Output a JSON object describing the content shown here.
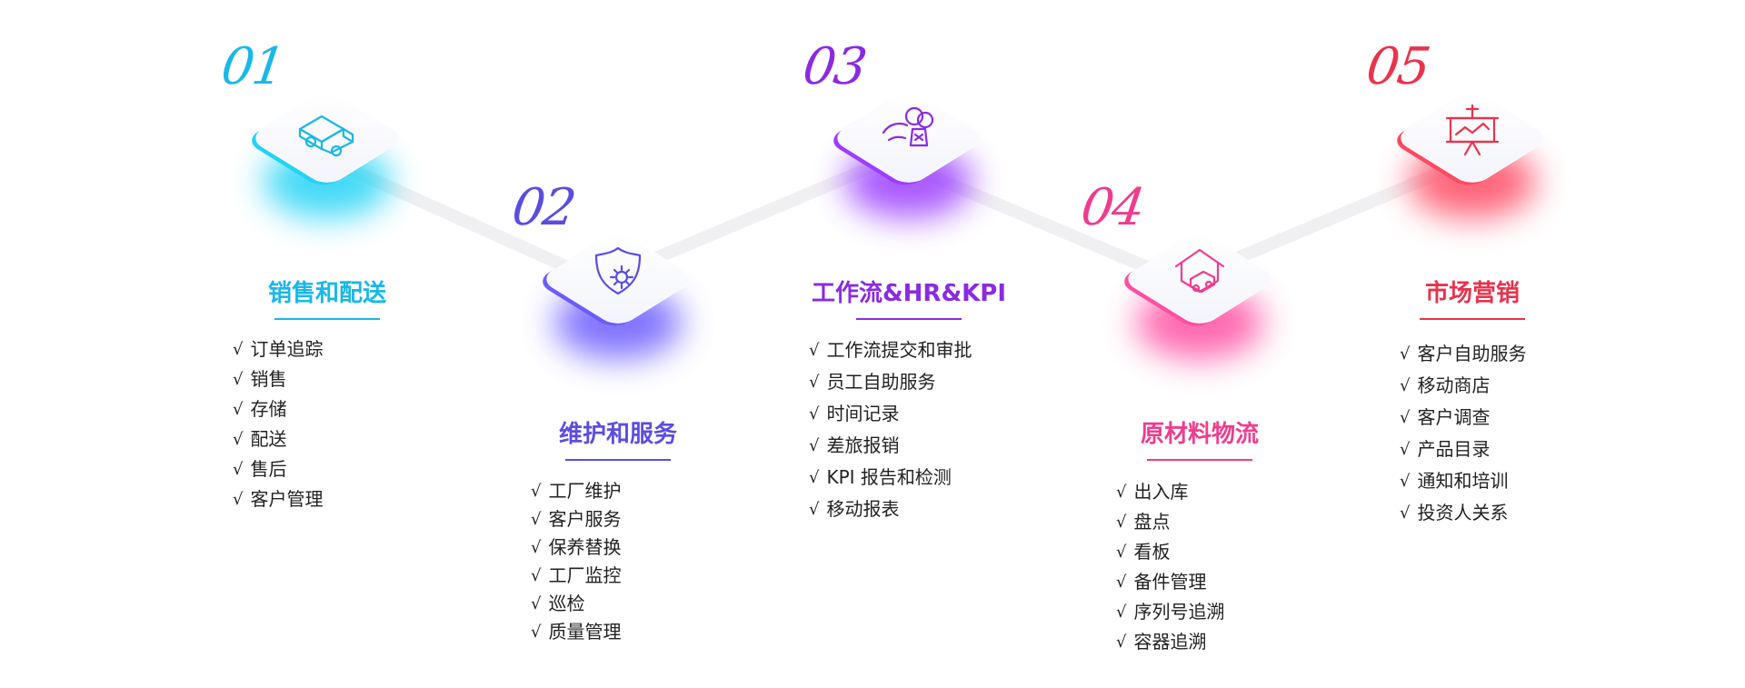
{
  "steps": [
    {
      "number": "01",
      "title": "销售和配送",
      "color": "#19b8e8",
      "glow": "#22d3f5",
      "icon": "delivery-truck-icon",
      "check": "√",
      "items": [
        "订单追踪",
        "销售",
        "存储",
        "配送",
        "售后",
        "客户管理"
      ]
    },
    {
      "number": "02",
      "title": "维护和服务",
      "color": "#5b4de0",
      "glow": "#6b5cff",
      "icon": "shield-gear-icon",
      "check": "√",
      "items": [
        "工厂维护",
        "客户服务",
        "保养替换",
        "工厂监控",
        "巡检",
        "质量管理"
      ]
    },
    {
      "number": "03",
      "title": "工作流&HR&KPI",
      "color": "#8a2be2",
      "glow": "#9b3dff",
      "icon": "team-people-icon",
      "check": "√",
      "items": [
        "工作流提交和审批",
        "员工自助服务",
        "时间记录",
        "差旅报销",
        "KPI 报告和检测",
        "移动报表"
      ]
    },
    {
      "number": "04",
      "title": "原材料物流",
      "color": "#ee3d8f",
      "glow": "#ff4fa3",
      "icon": "warehouse-truck-icon",
      "check": "√",
      "items": [
        "出入库",
        "盘点",
        "看板",
        "备件管理",
        "序列号追溯",
        "容器追溯"
      ]
    },
    {
      "number": "05",
      "title": "市场营销",
      "color": "#e8334c",
      "glow": "#ff4a63",
      "icon": "presentation-chart-icon",
      "check": "√",
      "items": [
        "客户自助服务",
        "移动商店",
        "客户调查",
        "产品目录",
        "通知和培训",
        "投资人关系"
      ]
    }
  ]
}
